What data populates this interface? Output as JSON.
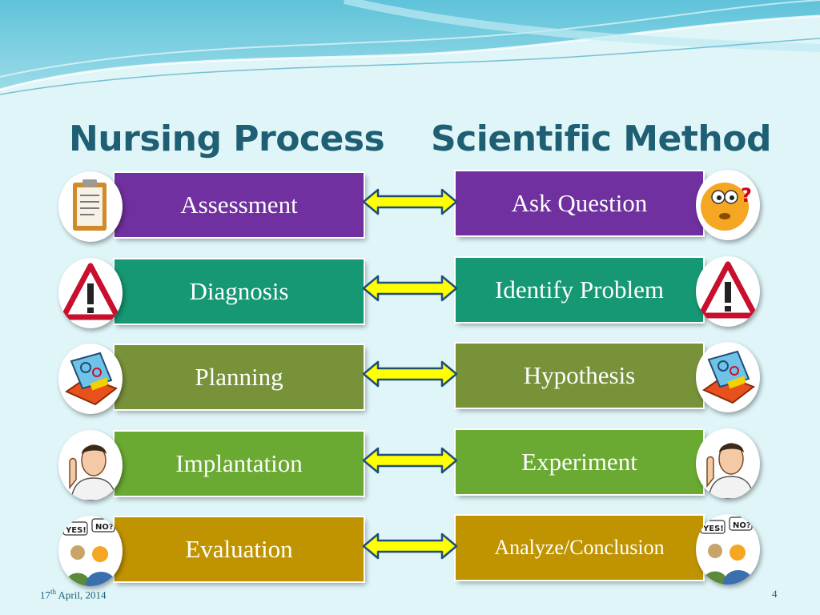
{
  "titles": {
    "left": "Nursing Process",
    "right": "Scientific Method"
  },
  "rows": [
    {
      "left": "Assessment",
      "right": "Ask Question",
      "color": "#7030a0",
      "left_icon": "clipboard-icon",
      "right_icon": "question-face-icon"
    },
    {
      "left": "Diagnosis",
      "right": "Identify Problem",
      "color": "#159873",
      "left_icon": "warning-sign-icon",
      "right_icon": "warning-sign-icon"
    },
    {
      "left": "Planning",
      "right": "Hypothesis",
      "color": "#78923a",
      "left_icon": "plan-book-icon",
      "right_icon": "plan-book-icon"
    },
    {
      "left": "Implantation",
      "right": "Experiment",
      "color": "#6aaa32",
      "left_icon": "thinking-man-icon",
      "right_icon": "thinking-man-icon"
    },
    {
      "left": "Evaluation",
      "right": "Analyze/Conclusion",
      "color": "#c09400",
      "left_icon": "yes-no-people-icon",
      "right_icon": "yes-no-people-icon"
    }
  ],
  "footer": {
    "date_day": "17",
    "date_suffix": "th",
    "date_rest": " April, 2014",
    "page": "4"
  },
  "colors": {
    "title": "#1e5f74",
    "arrow_fill": "#ffff00",
    "arrow_stroke": "#1f4e79",
    "background": "#dff5f8"
  }
}
